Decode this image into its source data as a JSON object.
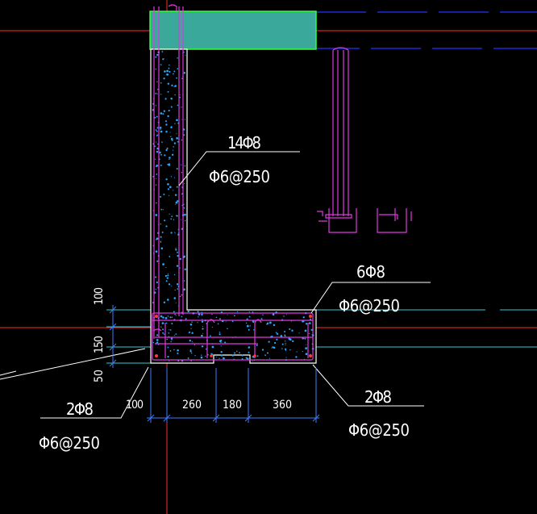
{
  "colors": {
    "background": "#000000",
    "gridline_red": "#ff2a2a",
    "gridline_blue": "#2233ff",
    "axis_cyan": "#35c8d6",
    "rebar_magenta": "#e038e0",
    "slab_fill": "#3aa89a",
    "slab_edge": "#33ff33",
    "concrete_edge": "#ffffff",
    "dimension_blue": "#3b7bff",
    "aggregate_blue": "#2aa8ff",
    "annotation_white": "#ffffff"
  },
  "labels": {
    "wall_bars": "14Φ8",
    "wall_stirrups": "Φ6@250",
    "beam_top_bars": "6Φ8",
    "beam_top_stirrups": "Φ6@250",
    "beam_left_bars": "2Φ8",
    "beam_left_stirrups": "Φ6@250",
    "beam_right_bars": "2Φ8",
    "beam_right_stirrups": "Φ6@250"
  },
  "dimensions": {
    "horizontal": [
      "100",
      "260",
      "180",
      "360"
    ],
    "vertical": [
      "100",
      "150",
      "50"
    ]
  }
}
